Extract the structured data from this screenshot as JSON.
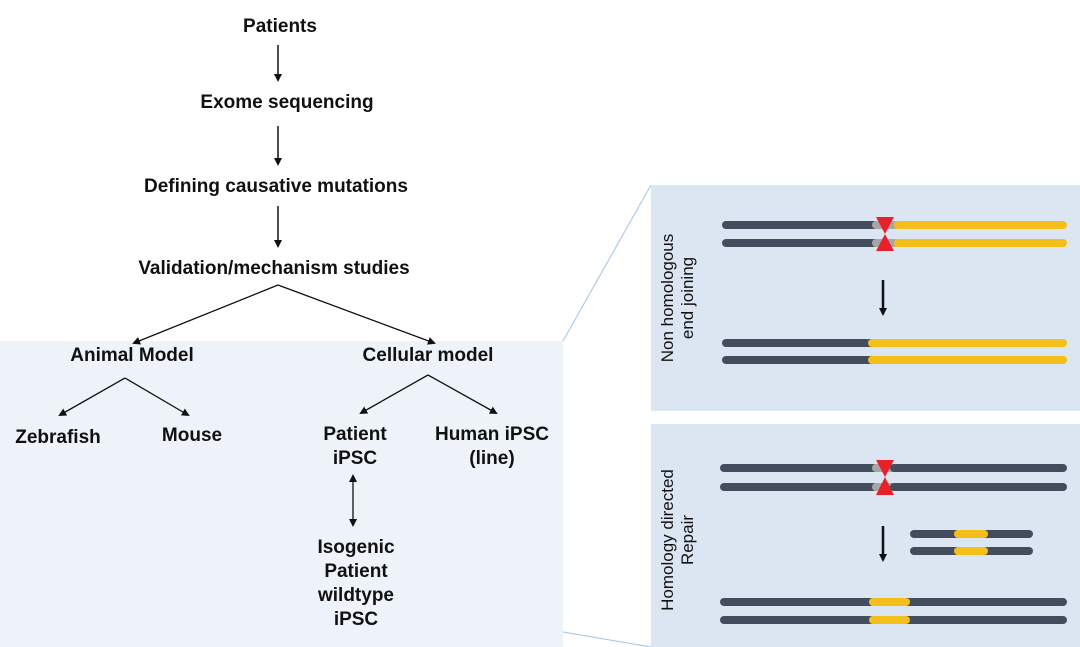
{
  "flow": {
    "patients": "Patients",
    "exome": "Exome sequencing",
    "defining": "Defining causative mutations",
    "validation": "Validation/mechanism studies",
    "animal_model": "Animal Model",
    "cellular_model": "Cellular model",
    "zebrafish": "Zebrafish",
    "mouse": "Mouse",
    "patient_ipsc": "Patient iPSC",
    "human_ipsc": "Human iPSC (line)",
    "isogenic": "Isogenic Patient wildtype iPSC"
  },
  "panels": {
    "nhej_label_1": "Non homologous",
    "nhej_label_2": "end joining",
    "hdr_label_1": "Homology directed",
    "hdr_label_2": "Repair"
  },
  "colors": {
    "panel_bg": "#dce6f2",
    "lower_bg": "#eef3fa",
    "dna_dark": "#434d5e",
    "dna_yellow": "#f5bf1b",
    "cut_red": "#e8202a",
    "gray": "#a6a6a6"
  }
}
